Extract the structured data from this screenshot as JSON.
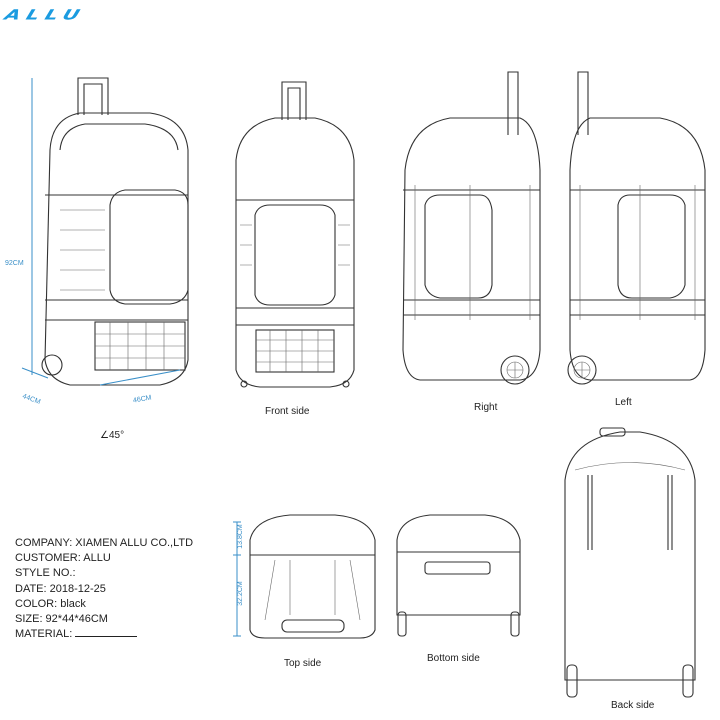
{
  "brand": {
    "logo": "ALLU",
    "color": "#1a9be0"
  },
  "views": {
    "perspective": {
      "height": "92CM",
      "depth": "44CM",
      "width": "46CM",
      "angle": "∠45°"
    },
    "front": "Front side",
    "right": "Right",
    "left": "Left",
    "top": {
      "label": "Top side",
      "dim_upper": "13.8CM",
      "dim_lower": "32.2CM"
    },
    "bottom": "Bottom side",
    "back": "Back side"
  },
  "spec": {
    "company": "COMPANY:   XIAMEN ALLU CO.,LTD",
    "customer": "CUSTOMER: ALLU",
    "style": "STYLE NO.:",
    "date": "DATE: 2018-12-25",
    "color": "COLOR: black",
    "size": "SIZE: 92*44*46CM",
    "material": "MATERIAL:"
  }
}
